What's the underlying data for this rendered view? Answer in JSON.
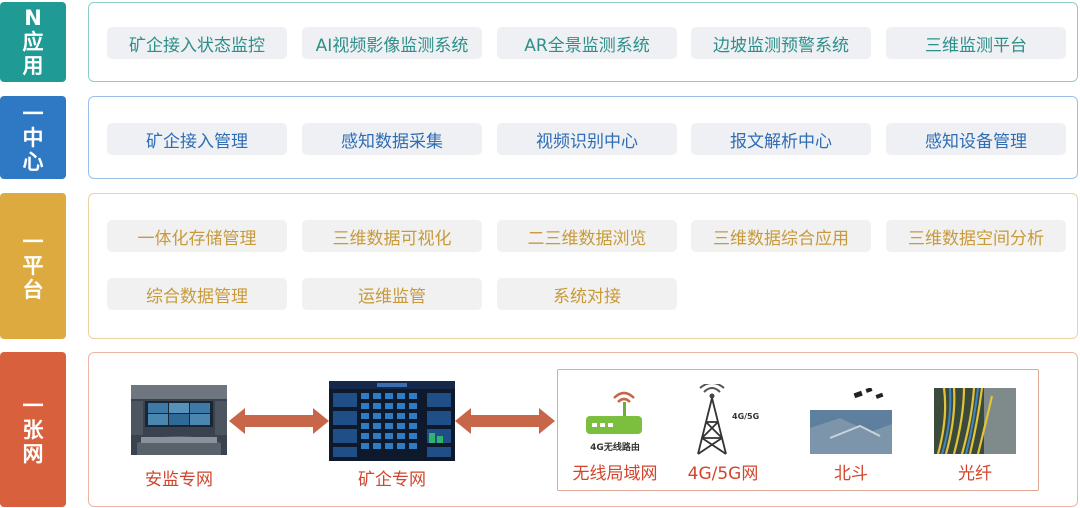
{
  "rows": {
    "app": {
      "tag": [
        "N",
        "应",
        "用"
      ],
      "color": "#1f9a95",
      "items": [
        "矿企接入状态监控",
        "AI视频影像监测系统",
        "AR全景监测系统",
        "边坡监测预警系统",
        "三维监测平台"
      ]
    },
    "center": {
      "tag": [
        "一",
        "中",
        "心"
      ],
      "color": "#2f79c4",
      "items": [
        "矿企接入管理",
        "感知数据采集",
        "视频识别中心",
        "报文解析中心",
        "感知设备管理"
      ]
    },
    "platform": {
      "tag": [
        "一",
        "平",
        "台"
      ],
      "color": "#dcaa3f",
      "items": [
        "一体化存储管理",
        "三维数据可视化",
        "二三维数据浏览",
        "三维数据综合应用",
        "三维数据空间分析",
        "综合数据管理",
        "运维监管",
        "系统对接"
      ]
    },
    "network": {
      "tag": [
        "一",
        "张",
        "网"
      ],
      "color": "#d9603c",
      "nets": [
        "安监专网",
        "矿企专网"
      ],
      "access": [
        "无线局域网",
        "4G/5G网",
        "北斗",
        "光纤"
      ],
      "router_label": "4G无线路由",
      "tower_label": "4G/5G",
      "arrow_color": "#c8664a"
    }
  }
}
